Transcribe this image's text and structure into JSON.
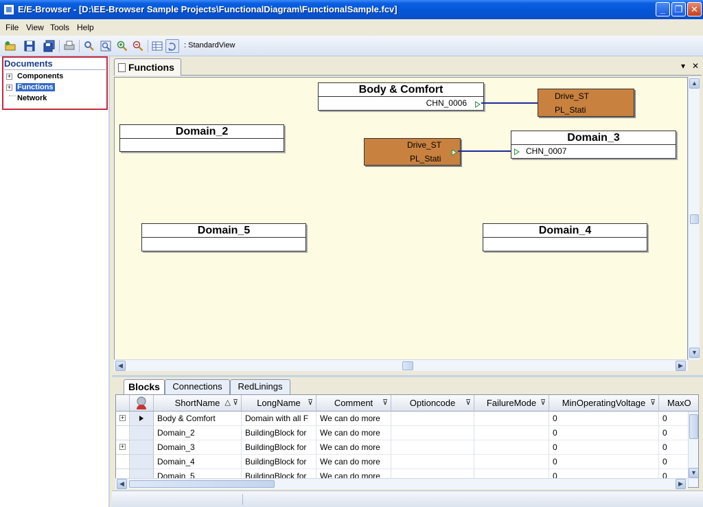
{
  "window": {
    "title": "E/E-Browser - [D:\\EE-Browser Sample Projects\\FunctionalDiagram\\FunctionalSample.fcv]",
    "minimize": "_",
    "restore": "❐",
    "close": "✕"
  },
  "menu": [
    "File",
    "View",
    "Tools",
    "Help"
  ],
  "toolbar": {
    "view_label": ": StandardView"
  },
  "documents": {
    "header": "Documents",
    "items": [
      {
        "label": "Components",
        "expandable": true
      },
      {
        "label": "Functions",
        "expandable": true,
        "selected": true
      },
      {
        "label": "Network",
        "expandable": false
      }
    ]
  },
  "doc_tab": {
    "label": "Functions",
    "dropdown": "▾",
    "close": "✕"
  },
  "diagram": {
    "blocks": [
      {
        "title": "Body & Comfort",
        "port": "CHN_0006"
      },
      {
        "title": "Domain_2",
        "port": ""
      },
      {
        "title": "Domain_3",
        "port": "CHN_0007"
      },
      {
        "title": "Domain_5",
        "port": ""
      },
      {
        "title": "Domain_4",
        "port": ""
      }
    ],
    "functions": [
      {
        "line1": "Drive_ST",
        "line2": "PL_Stati"
      },
      {
        "line1": "Drive_ST",
        "line2": "PL_Stati"
      }
    ]
  },
  "bottom_tabs": [
    "Blocks",
    "Connections",
    "RedLinings"
  ],
  "grid": {
    "columns": [
      "ShortName",
      "LongName",
      "Comment",
      "Optioncode",
      "FailureMode",
      "MinOperatingVoltage",
      "MaxO"
    ],
    "rows": [
      {
        "expand": true,
        "current": true,
        "cells": [
          "Body & Comfort",
          "Domain with all F",
          "We can do more",
          "",
          "",
          "0",
          "0"
        ]
      },
      {
        "expand": false,
        "current": false,
        "cells": [
          "Domain_2",
          "BuildingBlock for",
          "We can do more",
          "",
          "",
          "0",
          "0"
        ]
      },
      {
        "expand": true,
        "current": false,
        "cells": [
          "Domain_3",
          "BuildingBlock for",
          "We can do more",
          "",
          "",
          "0",
          "0"
        ]
      },
      {
        "expand": false,
        "current": false,
        "cells": [
          "Domain_4",
          "BuildingBlock for",
          "We can do more",
          "",
          "",
          "0",
          "0"
        ]
      },
      {
        "expand": false,
        "current": false,
        "cells": [
          "Domain_5",
          "BuildingBlock for",
          "We can do more",
          "",
          "",
          "0",
          "0"
        ]
      }
    ]
  },
  "colors": {
    "function_block": "#c9813f",
    "canvas_bg": "#fdfbe2",
    "highlight_box": "#c7283d",
    "selection": "#316ac5"
  }
}
